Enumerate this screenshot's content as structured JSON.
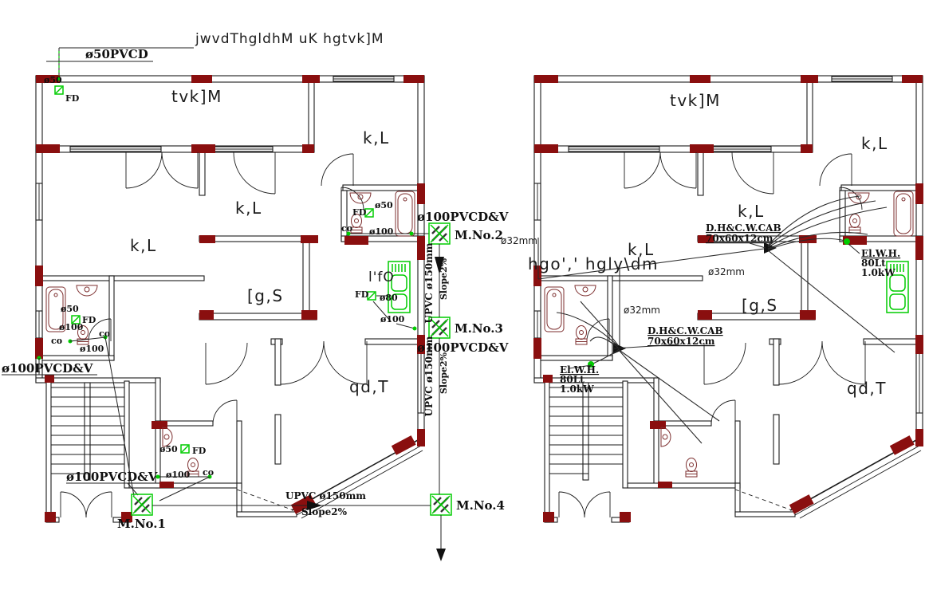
{
  "colors": {
    "wall": "#1b1b1b",
    "column": "#8a0f0f",
    "fixture": "#7d2f2f",
    "green": "#00cc00",
    "text": "#101010"
  },
  "notes": {
    "vent_leader": "jwvdThgldhM uK hgtvk]M",
    "vent_pipe": "ø50PVCD"
  },
  "rooms": {
    "balcony": "tvk]M",
    "bedroom": "k,L",
    "hall": "[g,S",
    "dining": "qd,T",
    "kitchen": "l'fO",
    "reception": "hgo',' hgly\\dm"
  },
  "drainage": {
    "pvc100": "ø100PVCD&V",
    "fd": "FD",
    "co": "co",
    "d50": "ø50",
    "d80": "ø80",
    "d100": "ø100",
    "upvc": "UPVC ø150mm",
    "slope": "Slope2%",
    "manholes": [
      "M.No.1",
      "M.No.2",
      "M.No.3",
      "M.No.4"
    ]
  },
  "supply": {
    "d32": "ø32mm",
    "cab_line1": "D.H&C.W.CAB",
    "cab_line2": "70x60x12cm",
    "heater_line1": "El.W.H.",
    "heater_line2": "80Lt",
    "heater_line3": "1.0kW"
  }
}
